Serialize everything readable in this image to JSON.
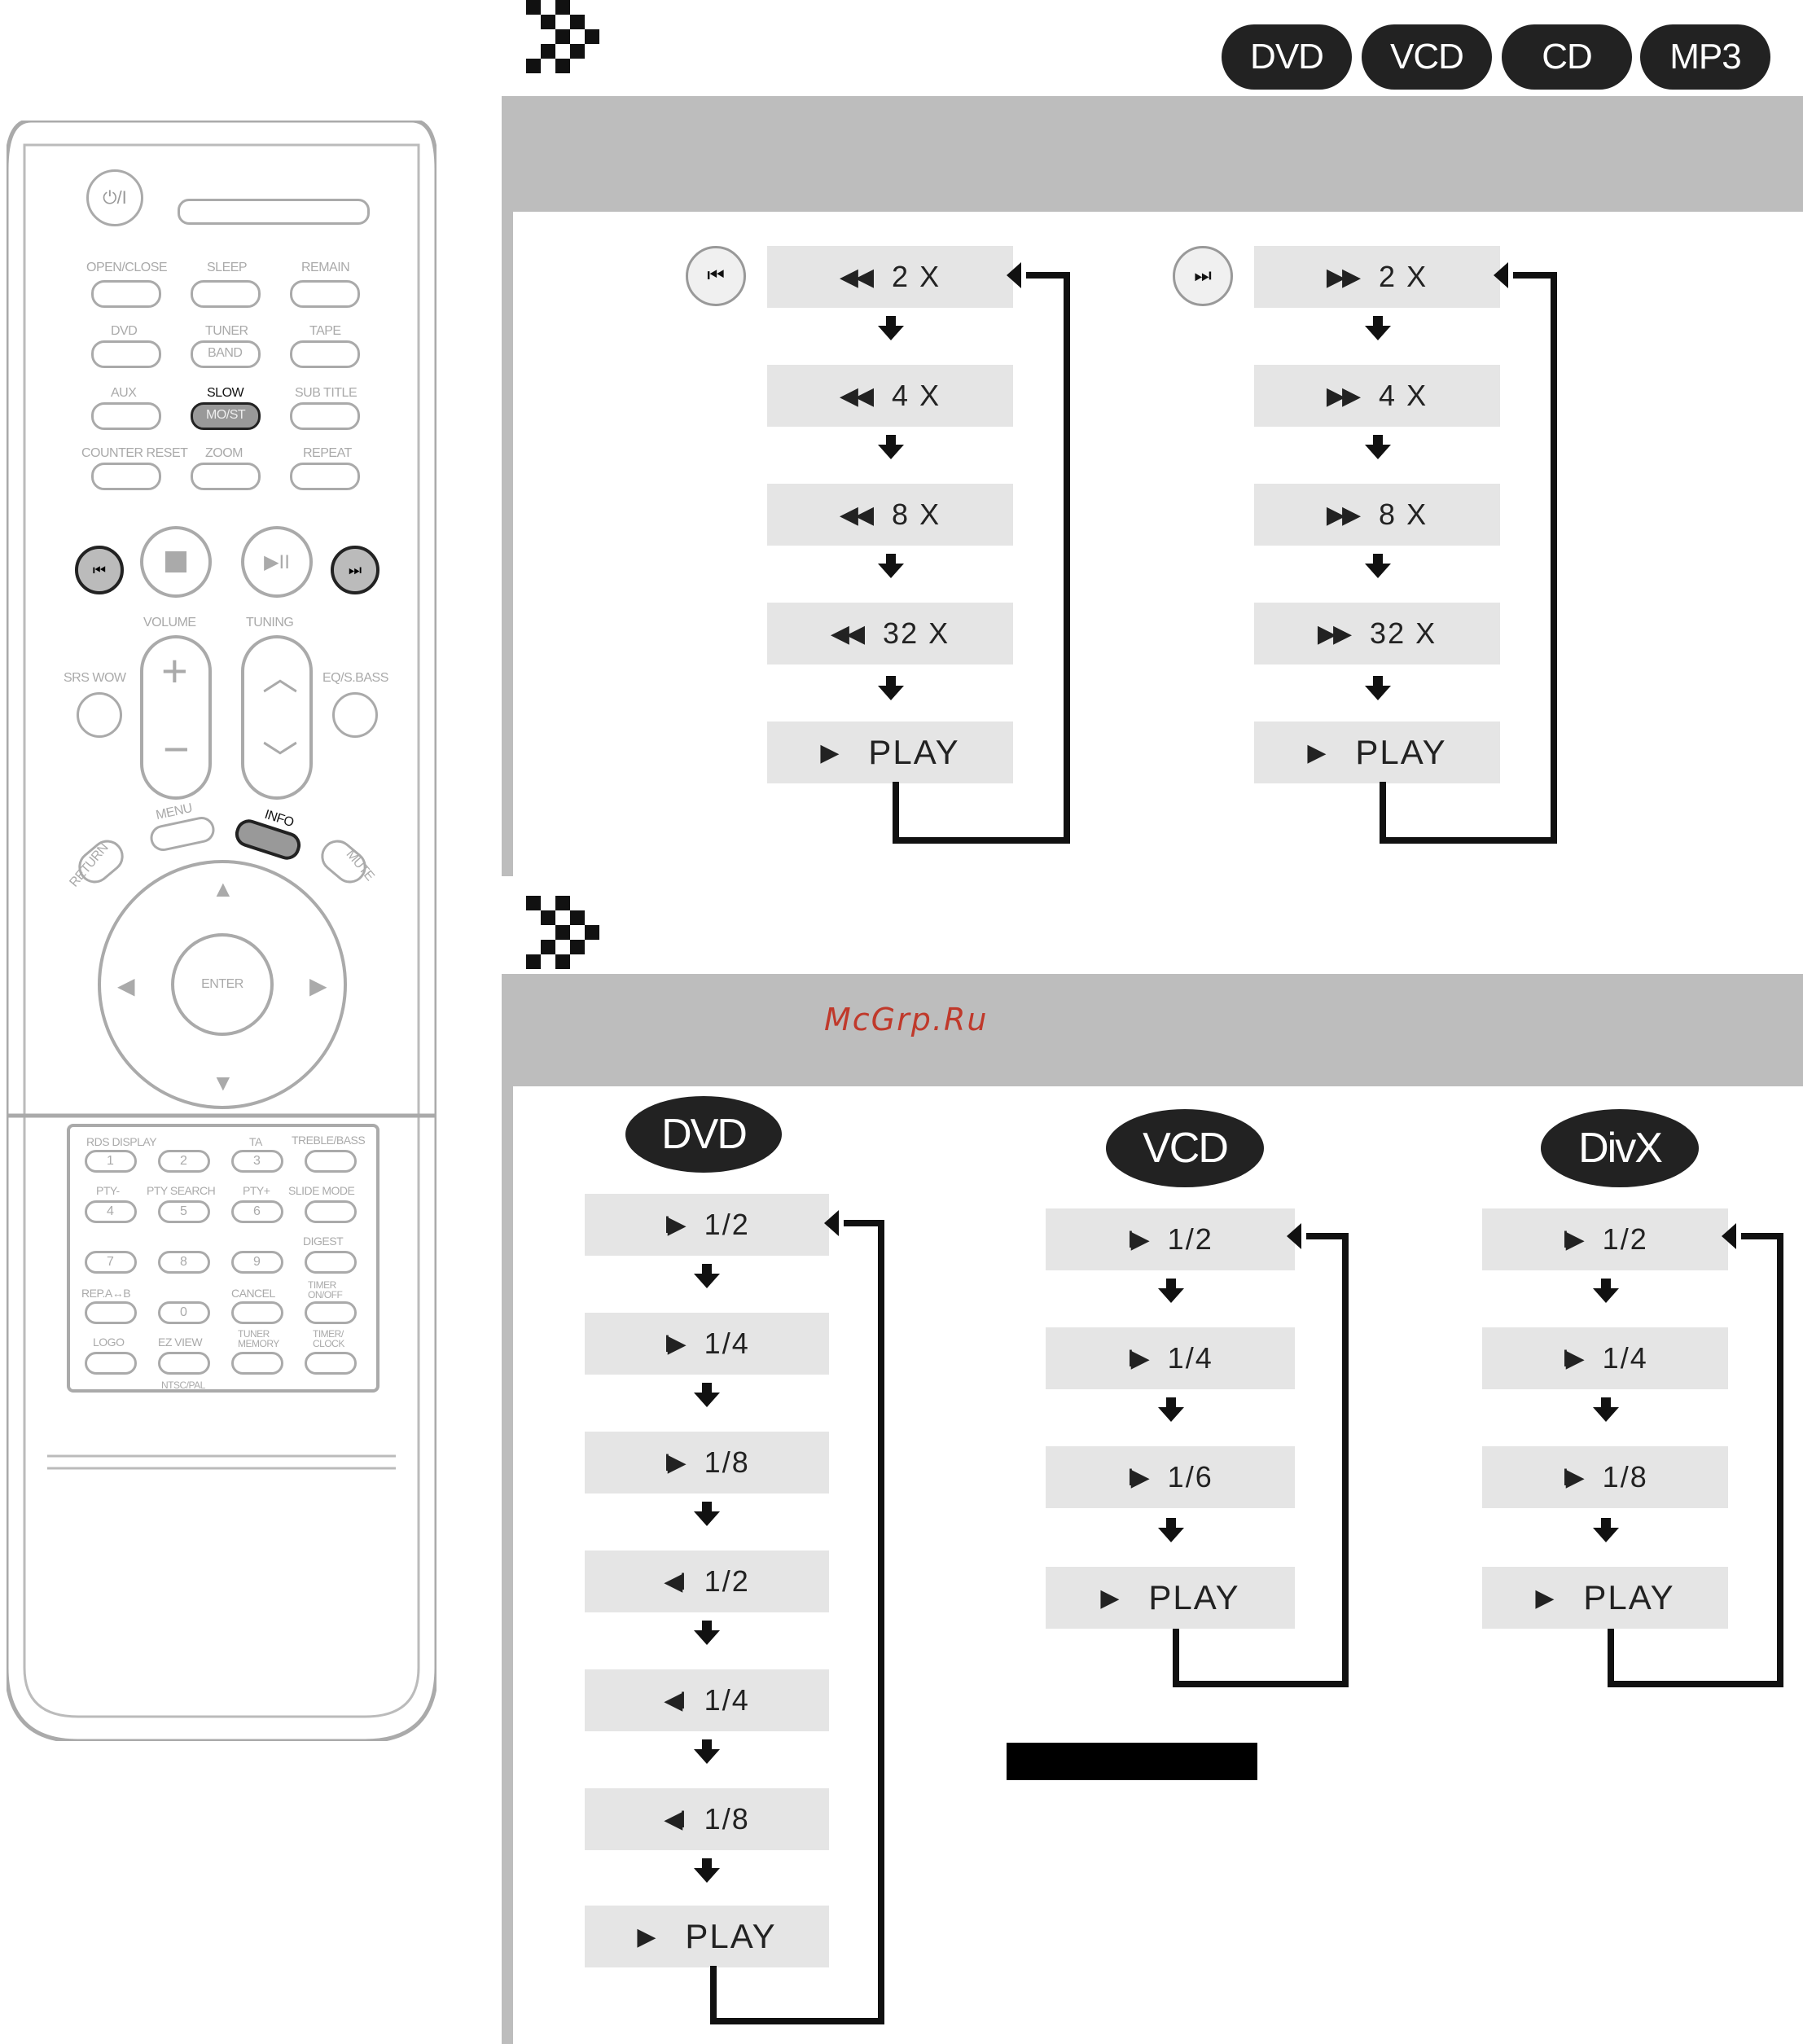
{
  "header_badges": [
    "DVD",
    "VCD",
    "CD",
    "MP3"
  ],
  "search": {
    "rewind": [
      {
        "symbol": "◀◀",
        "value": "2 X"
      },
      {
        "symbol": "◀◀",
        "value": "4 X"
      },
      {
        "symbol": "◀◀",
        "value": "8 X"
      },
      {
        "symbol": "◀◀",
        "value": "32 X"
      },
      {
        "symbol": "▶",
        "value": "PLAY"
      }
    ],
    "forward": [
      {
        "symbol": "▶▶",
        "value": "2 X"
      },
      {
        "symbol": "▶▶",
        "value": "4 X"
      },
      {
        "symbol": "▶▶",
        "value": "8 X"
      },
      {
        "symbol": "▶▶",
        "value": "32 X"
      },
      {
        "symbol": "▶",
        "value": "PLAY"
      }
    ],
    "rewind_button_icon": "skip-back-icon",
    "forward_button_icon": "skip-forward-icon"
  },
  "watermark": "McGrp.Ru",
  "slow": {
    "dvd": {
      "label": "DVD",
      "steps": [
        {
          "symbol": "I▶",
          "value": "1/2"
        },
        {
          "symbol": "I▶",
          "value": "1/4"
        },
        {
          "symbol": "I▶",
          "value": "1/8"
        },
        {
          "symbol": "◀I",
          "value": "1/2"
        },
        {
          "symbol": "◀I",
          "value": "1/4"
        },
        {
          "symbol": "◀I",
          "value": "1/8"
        },
        {
          "symbol": "▶",
          "value": "PLAY"
        }
      ]
    },
    "vcd": {
      "label": "VCD",
      "steps": [
        {
          "symbol": "I▶",
          "value": "1/2"
        },
        {
          "symbol": "I▶",
          "value": "1/4"
        },
        {
          "symbol": "I▶",
          "value": "1/6"
        },
        {
          "symbol": "▶",
          "value": "PLAY"
        }
      ]
    },
    "divx": {
      "label": "DivX",
      "steps": [
        {
          "symbol": "I▶",
          "value": "1/2"
        },
        {
          "symbol": "I▶",
          "value": "1/4"
        },
        {
          "symbol": "I▶",
          "value": "1/8"
        },
        {
          "symbol": "▶",
          "value": "PLAY"
        }
      ]
    }
  },
  "remote": {
    "power": "⏻/I",
    "labels": {
      "open_close": "OPEN/CLOSE",
      "sleep": "SLEEP",
      "remain": "REMAIN",
      "dvd": "DVD",
      "tuner": "TUNER",
      "band": "BAND",
      "tape": "TAPE",
      "aux": "AUX",
      "slow": "SLOW",
      "mo_st": "MO/ST",
      "sub_title": "SUB TITLE",
      "counter_reset": "COUNTER RESET",
      "zoom": "ZOOM",
      "repeat": "REPEAT",
      "volume": "VOLUME",
      "tuning": "TUNING",
      "srs_wow": "SRS WOW",
      "eq_sbass": "EQ/S.BASS",
      "menu": "MENU",
      "info": "INFO",
      "return": "RETURN",
      "mute": "MUTE",
      "enter": "ENTER",
      "rds_display": "RDS DISPLAY",
      "ta": "TA",
      "treble_bass": "TREBLE/BASS",
      "pty_minus": "PTY-",
      "pty_search": "PTY SEARCH",
      "pty_plus": "PTY+",
      "slide_mode": "SLIDE MODE",
      "digest": "DIGEST",
      "rep_ab": "REP.A↔B",
      "cancel": "CANCEL",
      "timer_onoff": "TIMER ON/OFF",
      "logo": "LOGO",
      "ez_view": "EZ VIEW",
      "tuner_memory": "TUNER MEMORY",
      "timer_clock": "TIMER/ CLOCK",
      "ntsc_pal": "NTSC/PAL"
    },
    "numbers": [
      "1",
      "2",
      "3",
      "4",
      "5",
      "6",
      "7",
      "8",
      "9",
      "0"
    ]
  }
}
